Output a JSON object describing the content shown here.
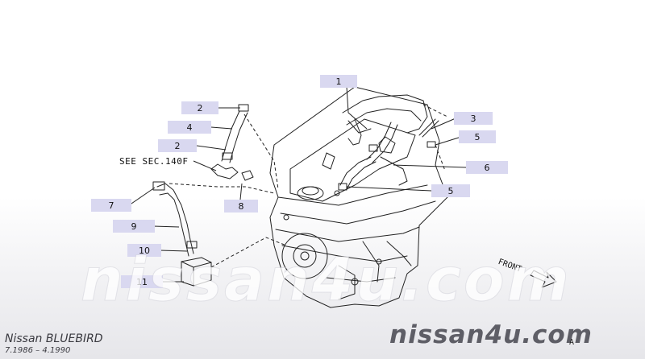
{
  "diagram": {
    "see_reference": "SEE SEC.140F",
    "front_label": "FRONT",
    "callouts": [
      {
        "id": "c1",
        "label": "1"
      },
      {
        "id": "c2a",
        "label": "2"
      },
      {
        "id": "c3",
        "label": "3"
      },
      {
        "id": "c4",
        "label": "4"
      },
      {
        "id": "c5a",
        "label": "5"
      },
      {
        "id": "c2b",
        "label": "2"
      },
      {
        "id": "c6",
        "label": "6"
      },
      {
        "id": "c5b",
        "label": "5"
      },
      {
        "id": "c7",
        "label": "7"
      },
      {
        "id": "c8",
        "label": "8"
      },
      {
        "id": "c9",
        "label": "9"
      },
      {
        "id": "c10",
        "label": "10"
      },
      {
        "id": "c11",
        "label": "11"
      }
    ]
  },
  "footer": {
    "model": "Nissan BLUEBIRD",
    "date_range": "7.1986 – 4.1990",
    "watermark_center": "nissan4u.com",
    "watermark_brand": "nissan4u.com",
    "page_code": "A"
  },
  "colors": {
    "callout_background": "#d9d8f0",
    "line_art": "#222222"
  }
}
